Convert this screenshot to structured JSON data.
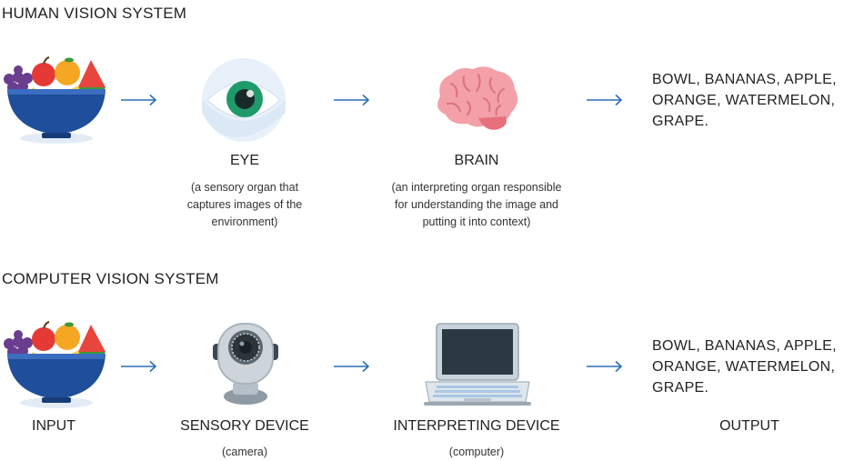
{
  "human": {
    "title": "HUMAN VISION SYSTEM",
    "eye_label": "EYE",
    "eye_note": [
      "(a sensory organ that",
      "captures images of the",
      "environment)"
    ],
    "brain_label": "BRAIN",
    "brain_note": [
      "(an interpreting organ responsible",
      "for understanding the image and",
      "putting it into context)"
    ],
    "output_lines": [
      "BOWL, BANANAS, APPLE,",
      "ORANGE, WATERMELON,",
      "GRAPE."
    ]
  },
  "computer": {
    "title": "COMPUTER VISION SYSTEM",
    "input_label": "INPUT",
    "sensor_label": "SENSORY DEVICE",
    "sensor_note": "(camera)",
    "interp_label": "INTERPRETING DEVICE",
    "interp_note": "(computer)",
    "output_label": "OUTPUT",
    "output_lines": [
      "BOWL, BANANAS, APPLE,",
      "ORANGE, WATERMELON,",
      "GRAPE."
    ]
  },
  "icons": {
    "fruit_bowl": "fruit-bowl-icon",
    "eye": "eye-icon",
    "brain": "brain-icon",
    "camera": "webcam-icon",
    "laptop": "laptop-icon",
    "arrow": "right-arrow-icon"
  },
  "colors": {
    "arrow": "#2b6fb6",
    "bowl": "#1f4e9a",
    "iris": "#1f9a6a",
    "brain": "#f3a0a8"
  }
}
